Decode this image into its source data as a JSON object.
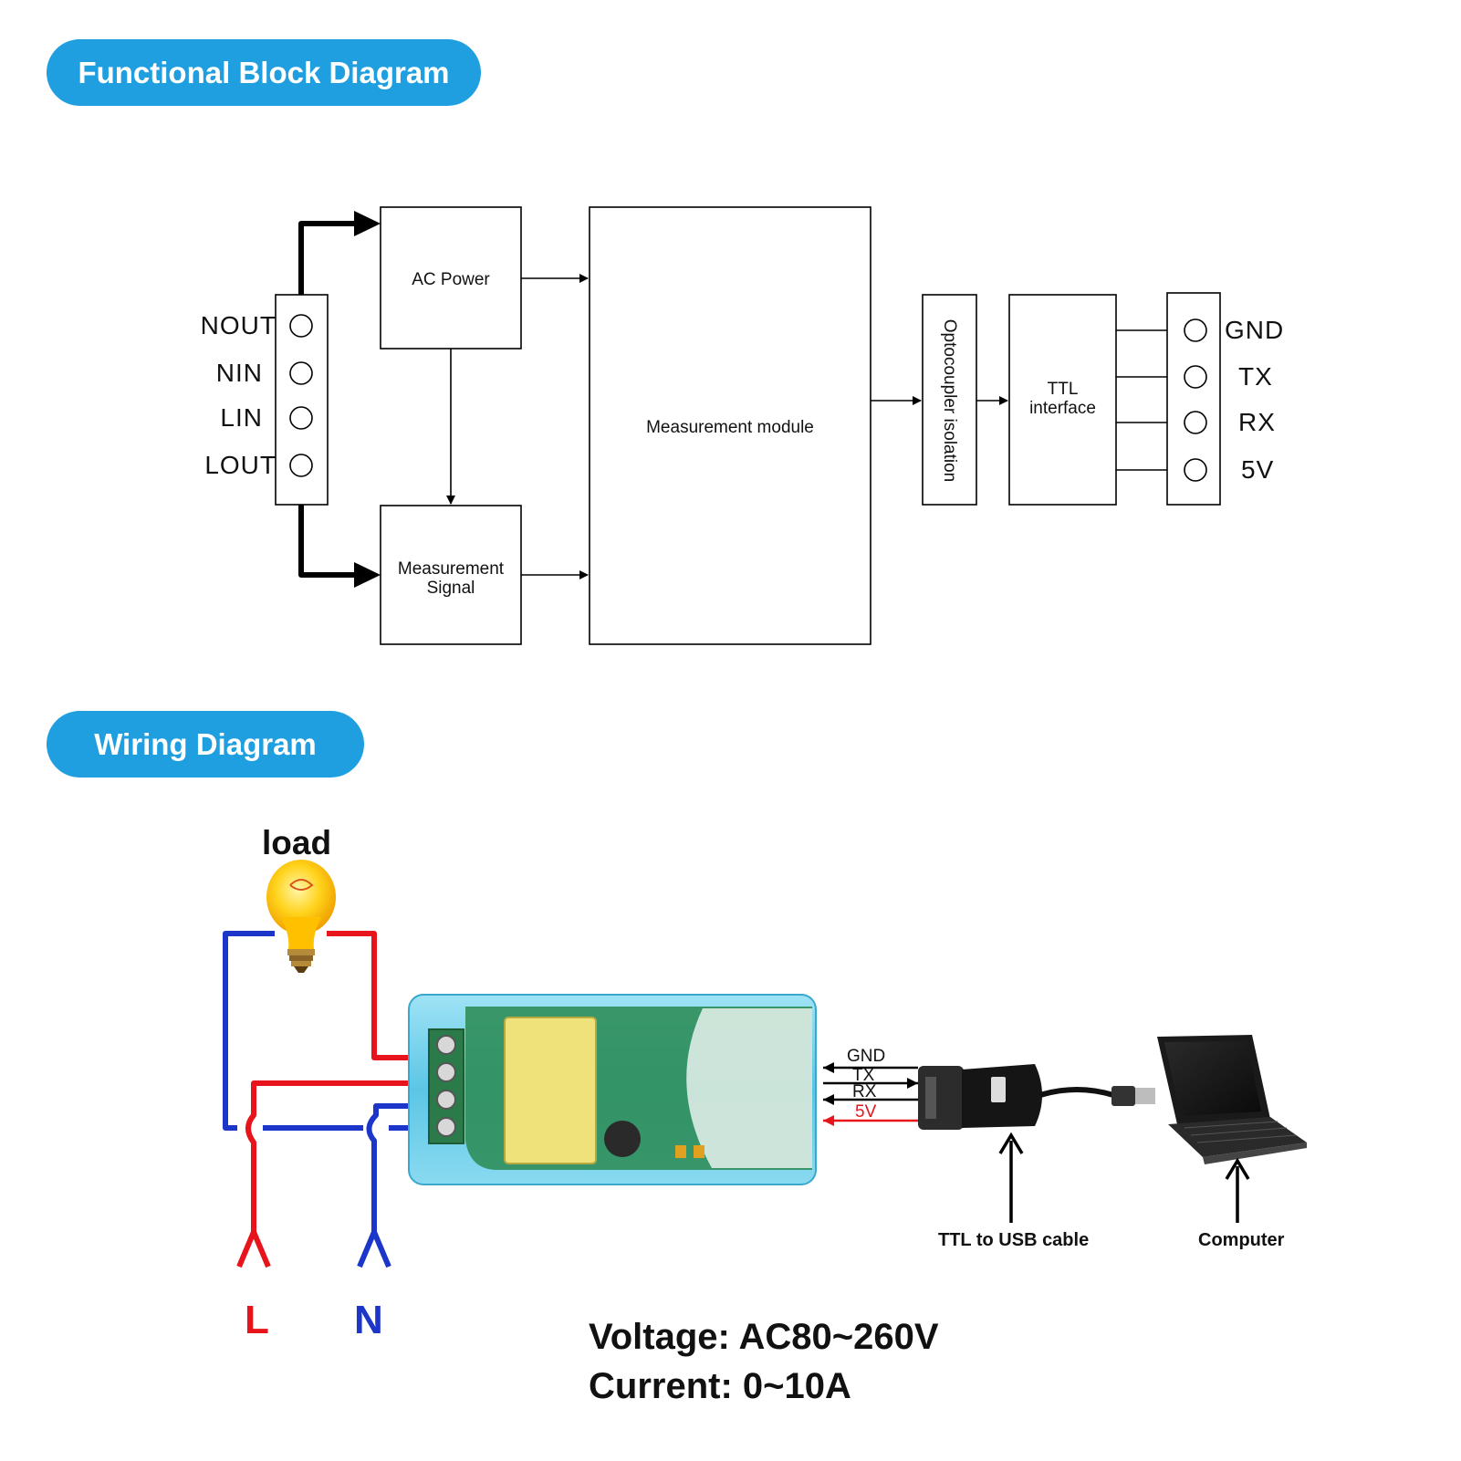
{
  "headers": {
    "block_diagram": "Functional Block Diagram",
    "wiring_diagram": "Wiring Diagram"
  },
  "block_diagram": {
    "left_terminals": [
      "NOUT",
      "NIN",
      "LIN",
      "LOUT"
    ],
    "ac_power": "AC Power",
    "measurement_signal": [
      "Measurement",
      "Signal"
    ],
    "measurement_module": "Measurement module",
    "optocoupler": "Optocoupler isolation",
    "ttl_interface": [
      "TTL",
      "interface"
    ],
    "right_terminals": [
      "GND",
      "TX",
      "RX",
      "5V"
    ]
  },
  "wiring_diagram": {
    "load": "load",
    "line": "L",
    "neutral": "N",
    "ttl_pins": [
      "GND",
      "TX",
      "RX",
      "5V"
    ],
    "ttl_to_usb": "TTL to USB cable",
    "computer": "Computer",
    "voltage": "Voltage: AC80~260V",
    "current": "Current: 0~10A"
  },
  "colors": {
    "accent": "#1f9fe0",
    "line_wire": "#e8141c",
    "neutral_wire": "#1b36c9",
    "module_case": "#6fd0ea",
    "pcb": "#2f8e5a"
  }
}
